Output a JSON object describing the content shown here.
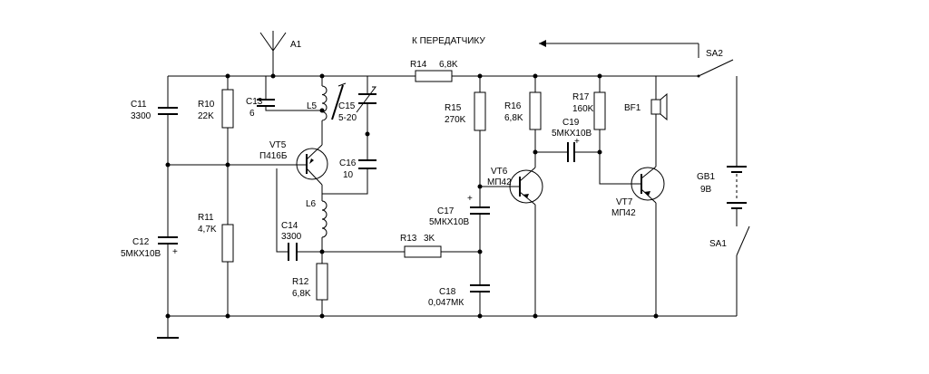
{
  "diagram": {
    "antenna": {
      "ref": "A1"
    },
    "arrow_label": "К ПЕРЕДАТЧИКУ",
    "switches": [
      {
        "ref": "SA2"
      },
      {
        "ref": "SA1"
      }
    ],
    "battery": {
      "ref": "GB1",
      "value": "9В"
    },
    "speaker": {
      "ref": "BF1"
    },
    "resistors": {
      "r10": {
        "ref": "R10",
        "value": "22K"
      },
      "r11": {
        "ref": "R11",
        "value": "4,7K"
      },
      "r12": {
        "ref": "R12",
        "value": "6,8K"
      },
      "r13": {
        "ref": "R13",
        "value": "3K"
      },
      "r14": {
        "ref": "R14",
        "value": "6,8K"
      },
      "r15": {
        "ref": "R15",
        "value": "270K"
      },
      "r16": {
        "ref": "R16",
        "value": "6,8K"
      },
      "r17": {
        "ref": "R17",
        "value": "160K"
      }
    },
    "capacitors": {
      "c11": {
        "ref": "C11",
        "value": "3300"
      },
      "c12": {
        "ref": "C12",
        "value": "5МКХ10В"
      },
      "c13": {
        "ref": "C13",
        "value": "6"
      },
      "c14": {
        "ref": "C14",
        "value": "3300"
      },
      "c15": {
        "ref": "C15",
        "value": "5-20"
      },
      "c16": {
        "ref": "C16",
        "value": "10"
      },
      "c17": {
        "ref": "C17",
        "value": "5МКХ10В"
      },
      "c18": {
        "ref": "C18",
        "value": "0,047МК"
      },
      "c19": {
        "ref": "C19",
        "value": "5МКХ10В"
      }
    },
    "inductors": {
      "l5": {
        "ref": "L5"
      },
      "l6": {
        "ref": "L6"
      }
    },
    "transistors": {
      "vt5": {
        "ref": "VT5",
        "type": "П416Б"
      },
      "vt6": {
        "ref": "VT6",
        "type": "МП42"
      },
      "vt7": {
        "ref": "VT7",
        "type": "МП42"
      }
    },
    "polarity_mark": "+"
  }
}
